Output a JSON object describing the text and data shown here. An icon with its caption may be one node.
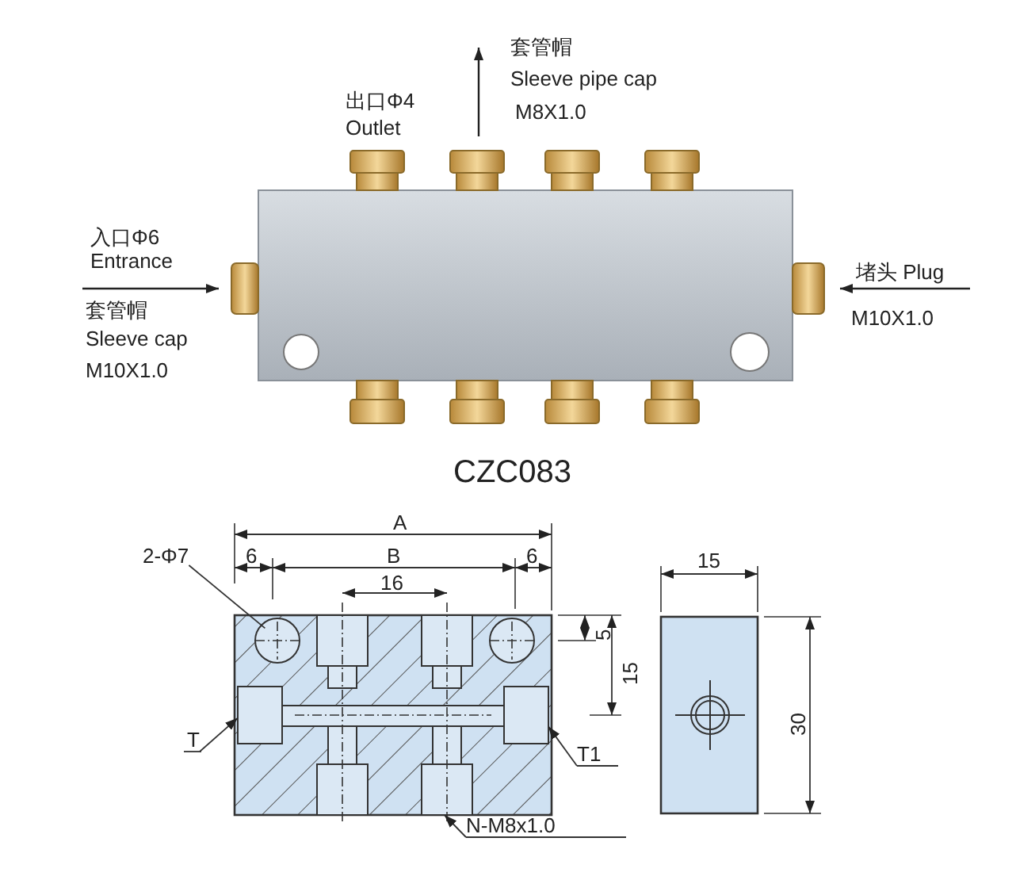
{
  "diagram": {
    "title": "CZC083",
    "nodes": [
      {
        "text": [
          "2-Φ7"
        ]
      },
      {
        "text": [],
        "shape": "circle"
      },
      {
        "text": [
          "T"
        ]
      },
      {
        "text": [],
        "shape": "box"
      },
      {
        "text": [
          "T1"
        ]
      },
      {
        "text": [],
        "shape": "box"
      },
      {
        "text": [
          "N-M8x1.0"
        ]
      },
      {
        "text": [],
        "shape": "box"
      }
    ],
    "edges": [
      {
        "from": 0,
        "to": 1,
        "arrow": "none"
      },
      {
        "from": 2,
        "to": 3,
        "arrow": "to"
      },
      {
        "from": 4,
        "to": 5,
        "arrow": "to"
      },
      {
        "from": 6,
        "to": 7,
        "arrow": "to"
      }
    ],
    "labels": [
      "套管帽",
      "Sleeve pipe cap",
      "M8X1.0",
      "出口Φ4",
      "Outlet",
      "入口Φ6",
      "Entrance",
      "堵头 Plug",
      "套管帽",
      "Sleeve cap",
      "M10X1.0",
      "M10X1.0",
      "A",
      "6",
      "B",
      "6",
      "16",
      "15",
      "5",
      "15",
      "30"
    ]
  }
}
